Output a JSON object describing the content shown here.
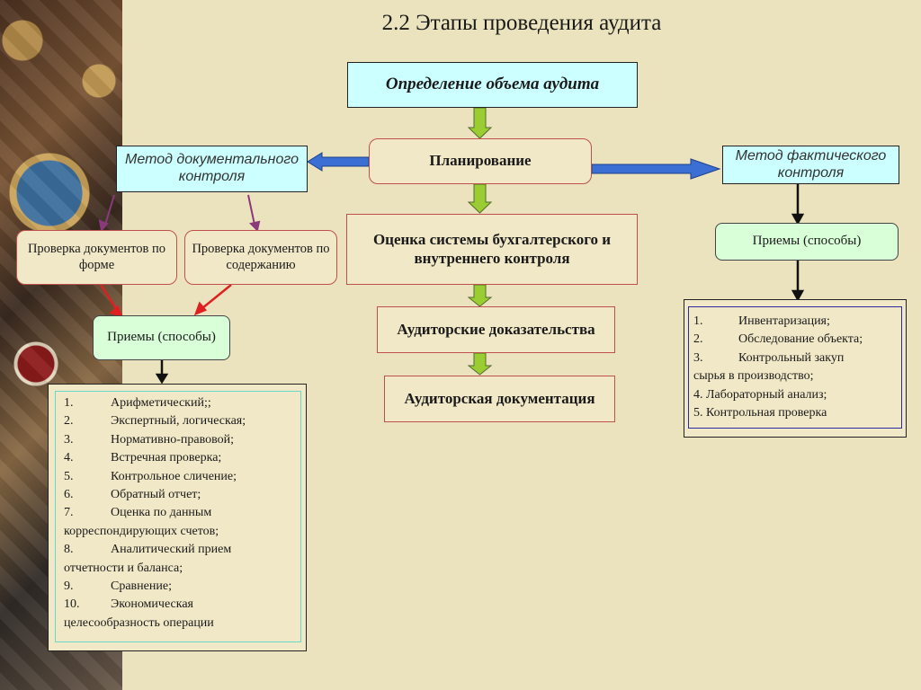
{
  "title": "2.2 Этапы проведения аудита",
  "colors": {
    "background": "#ebe3bd",
    "cyan_box": "#ccffff",
    "tan_box": "#f1e8c7",
    "green_box": "#d9ffd9",
    "red_border": "#c0504d",
    "blue_arrow": "#3b6fd4",
    "green_arrow": "#9acd32"
  },
  "nodes": {
    "scope": "Определение объема аудита",
    "planning": "Планирование",
    "assessment": "Оценка системы бухгалтерского и внутреннего контроля",
    "evidence": "Аудиторские доказательства",
    "documentation": "Аудиторская документация",
    "doc_method": "Метод документального контроля",
    "fact_method": "Метод фактического контроля",
    "check_form": "Проверка документов по форме",
    "check_content": "Проверка документов по содержанию",
    "techniques_left": "Приемы (способы)",
    "techniques_right": "Приемы (способы)"
  },
  "left_list": [
    {
      "num": "1.",
      "text": "Арифметический;;"
    },
    {
      "num": "2.",
      "text": "Экспертный, логическая;"
    },
    {
      "num": "3.",
      "text": "Нормативно-правовой;"
    },
    {
      "num": "4.",
      "text": "Встречная проверка;"
    },
    {
      "num": "5.",
      "text": "Контрольное сличение;"
    },
    {
      "num": "6.",
      "text": "Обратный отчет;"
    },
    {
      "num": "7.",
      "text": "Оценка по данным",
      "cont": "корреспондирующих счетов;"
    },
    {
      "num": "8.",
      "text": "Аналитический прием",
      "cont": "отчетности и баланса;"
    },
    {
      "num": "9.",
      "text": "Сравнение;"
    },
    {
      "num": "10.",
      "text": "Экономическая",
      "cont": "целесообразность операции"
    }
  ],
  "right_list": [
    {
      "num": "1.",
      "text": "Инвентаризация;"
    },
    {
      "num": "2.",
      "text": "Обследование объекта;"
    },
    {
      "num": "3.",
      "text": "Контрольный закуп",
      "cont": "сырья в производство;"
    },
    {
      "num": "",
      "text": "4. Лабораторный анализ;"
    },
    {
      "num": "",
      "text": "5. Контрольная проверка"
    }
  ]
}
